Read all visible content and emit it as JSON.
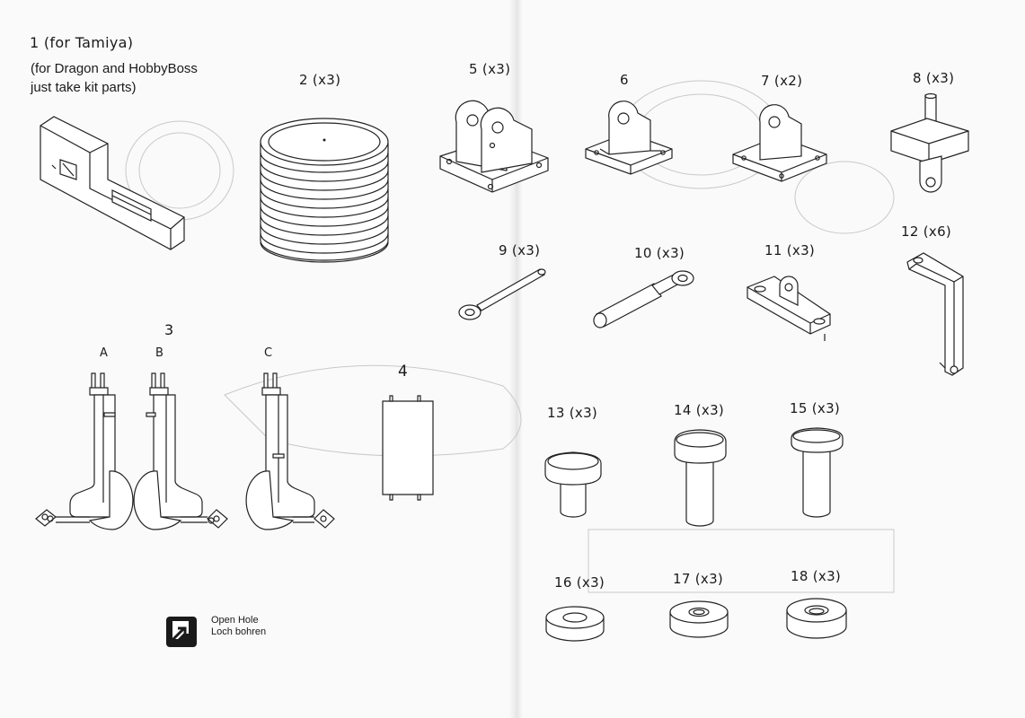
{
  "notes": {
    "part1_title": "1 (for Tamiya)",
    "part1_line1": "(for Dragon and HobbyBoss",
    "part1_line2": "just take kit parts)"
  },
  "labels": {
    "p2": "2 (x3)",
    "p3": "3",
    "p3a": "A",
    "p3b": "B",
    "p3c": "C",
    "p4": "4",
    "p5": "5 (x3)",
    "p6": "6",
    "p7": "7 (x2)",
    "p8": "8 (x3)",
    "p9": "9 (x3)",
    "p10": "10 (x3)",
    "p11": "11 (x3)",
    "p12": "12 (x6)",
    "p13": "13 (x3)",
    "p14": "14 (x3)",
    "p15": "15 (x3)",
    "p16": "16 (x3)",
    "p17": "17 (x3)",
    "p18": "18 (x3)"
  },
  "legend": {
    "line1": "Open Hole",
    "line2": "Loch bohren",
    "icon": "open-hole-icon"
  }
}
